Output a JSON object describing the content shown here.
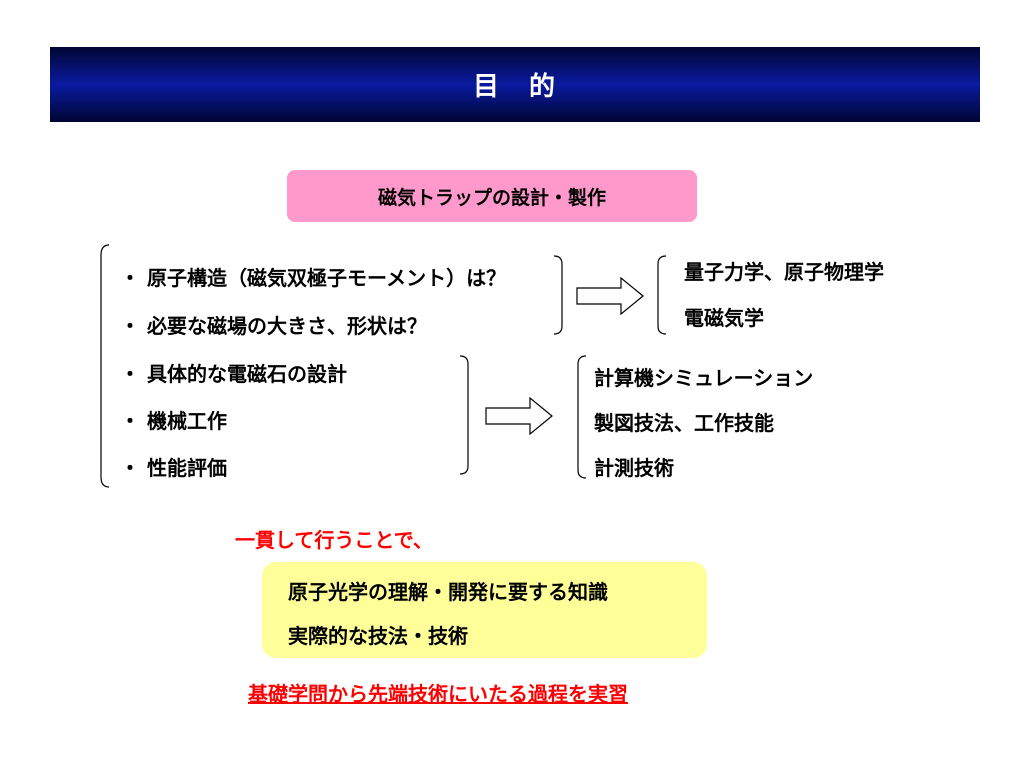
{
  "title": "目　的",
  "theme": "磁気トラップの設計・製作",
  "left_items": [
    "・ 原子構造（磁気双極子モーメント）は？",
    "・ 必要な磁場の大きさ、形状は？",
    "・ 具体的な電磁石の設計",
    "・ 機械工作",
    "・ 性能評価"
  ],
  "right_top": [
    "量子力学、原子物理学",
    "電磁気学"
  ],
  "right_bottom": [
    "計算機シミュレーション",
    "製図技法、工作技能",
    "計測技術"
  ],
  "consistent_text": "一貫して行うことで、",
  "outcomes": [
    "原子光学の理解・開発に要する知識",
    "実際的な技法・技術"
  ],
  "conclusion": "基礎学問から先端技術にいたる過程を実習",
  "colors": {
    "title_bar": "#0a1aa0",
    "theme_box": "#ff99cc",
    "outcome_box": "#ffff99",
    "emphasis": "#ff0000"
  }
}
